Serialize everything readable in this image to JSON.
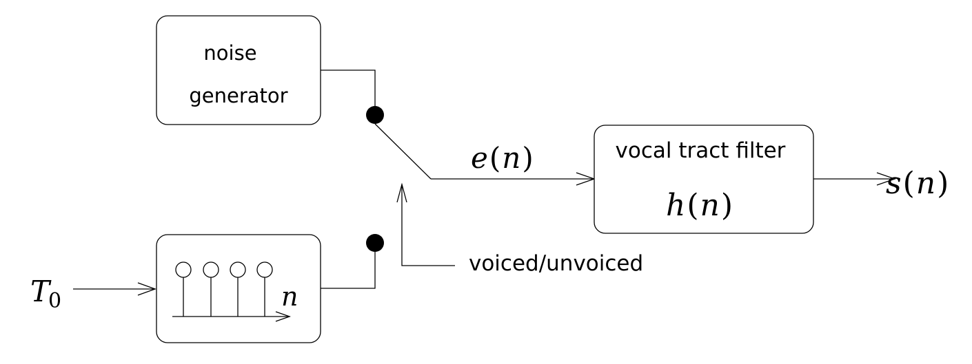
{
  "blocks": {
    "noise_generator": {
      "line1": "noise",
      "line2": "generator"
    },
    "vocal_tract_filter": {
      "title": "vocal tract filter",
      "response": "h",
      "response_arg": "n"
    }
  },
  "signals": {
    "excitation": {
      "symbol": "e",
      "arg": "n"
    },
    "output": {
      "symbol": "s",
      "arg": "n"
    },
    "period": {
      "symbol": "T",
      "subscript": "0"
    },
    "impulse_axis": "n"
  },
  "switch": {
    "control_label": "voiced/unvoiced"
  },
  "colors": {
    "stroke": "#000000",
    "background": "#ffffff"
  }
}
